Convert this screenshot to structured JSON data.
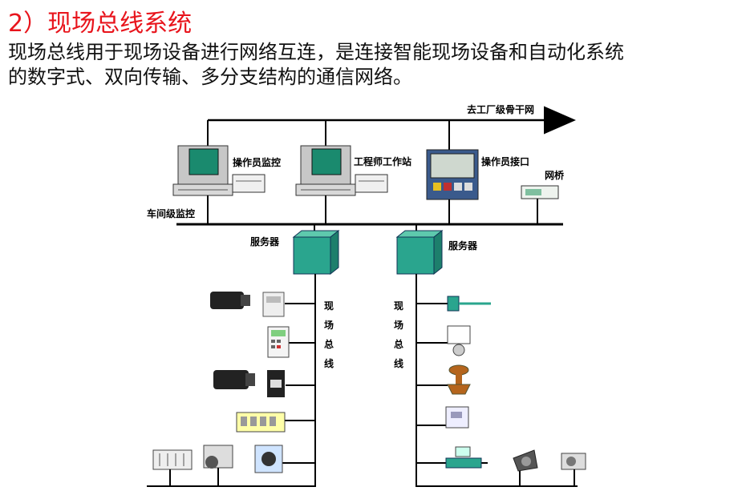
{
  "heading": "2）现场总线系统",
  "description": {
    "line1": "现场总线用于现场设备进行网络互连，是连接智能现场设备和自动化系统",
    "line2": "的数字式、双向传输、多分支结构的通信网络。"
  },
  "diagram": {
    "top_arrow_label": "去工厂级骨干网",
    "operator_monitor": "操作员监控",
    "engineer_station": "工程师工作站",
    "operator_interface": "操作员接口",
    "gateway": "网桥",
    "workshop_level": "车间级监控",
    "server_left": "服务器",
    "server_right": "服务器",
    "fieldbus_left": [
      "现",
      "场",
      "总",
      "线"
    ],
    "fieldbus_right": [
      "现",
      "场",
      "总",
      "线"
    ],
    "colors": {
      "title": "#e8141c",
      "server": "#2aa58e",
      "screen": "#1a8a6e",
      "line": "#000000"
    }
  }
}
